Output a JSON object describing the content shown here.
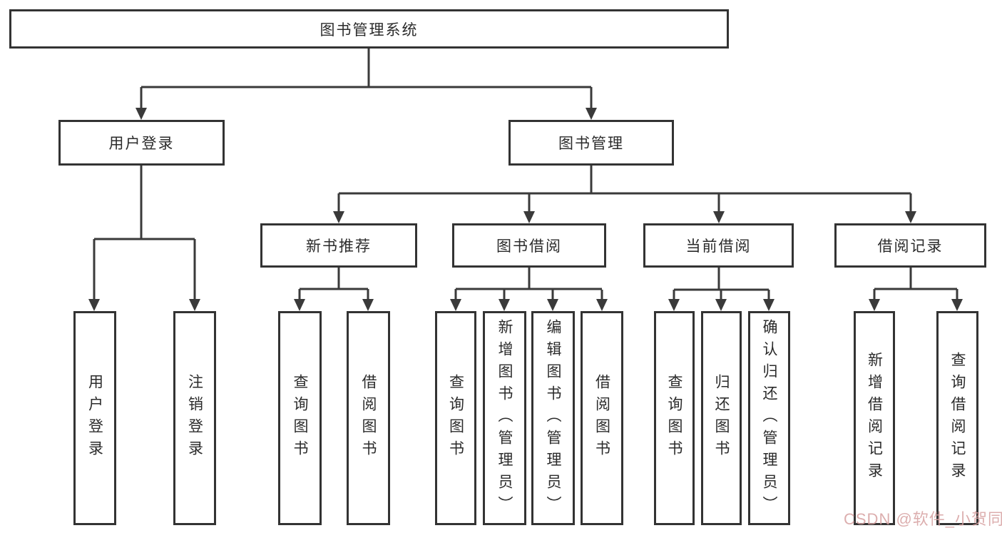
{
  "tree": {
    "root": {
      "label": "图书管理系统"
    },
    "level2": [
      {
        "label": "用户登录",
        "children": [
          {
            "label": "用户登录"
          },
          {
            "label": "注销登录"
          }
        ]
      },
      {
        "label": "图书管理",
        "children": [
          {
            "label": "新书推荐",
            "children": [
              {
                "label": "查询图书"
              },
              {
                "label": "借阅图书"
              }
            ]
          },
          {
            "label": "图书借阅",
            "children": [
              {
                "label": "查询图书"
              },
              {
                "label": "新增图书（管理员）"
              },
              {
                "label": "编辑图书（管理员）"
              },
              {
                "label": "借阅图书"
              }
            ]
          },
          {
            "label": "当前借阅",
            "children": [
              {
                "label": "查询图书"
              },
              {
                "label": "归还图书"
              },
              {
                "label": "确认归还（管理员）"
              }
            ]
          },
          {
            "label": "借阅记录",
            "children": [
              {
                "label": "新增借阅记录"
              },
              {
                "label": "查询借阅记录"
              }
            ]
          }
        ]
      }
    ]
  },
  "watermark": {
    "text": "CSDN @软件_小贺同学"
  },
  "colors": {
    "line": "#3a3a3a",
    "border": "#333333",
    "text": "#2b2b2b",
    "background": "#ffffff",
    "watermark": "#d6a0a0"
  }
}
